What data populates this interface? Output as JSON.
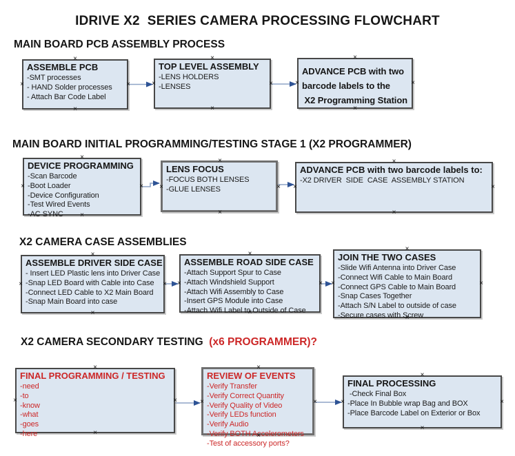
{
  "title": "IDRIVE X2  SERIES CAMERA PROCESSING FLOWCHART",
  "colors": {
    "box_fill": "#dce6f1",
    "box_border": "#474747",
    "arrow_line": "#8ea4c6",
    "arrow_head": "#2e5395",
    "red_text": "#cc2727"
  },
  "icons": {
    "connection_x": "×"
  },
  "sections": [
    {
      "heading": "MAIN BOARD PCB ASSEMBLY PROCESS",
      "heading_red": "",
      "boxes": [
        {
          "title": "ASSEMBLE PCB",
          "items": [
            "-SMT processes",
            "- HAND Solder processes",
            "- Attach Bar Code Label"
          ],
          "red": false
        },
        {
          "title": "TOP LEVEL ASSEMBLY",
          "items": [
            "-LENS HOLDERS",
            "-LENSES"
          ],
          "red": false
        },
        {
          "title": "",
          "items": [
            "ADVANCE PCB with two",
            "barcode labels to the",
            " X2 Programming Station"
          ],
          "red": false
        }
      ]
    },
    {
      "heading": "MAIN BOARD INITIAL PROGRAMMING/TESTING STAGE 1 (X2 PROGRAMMER)",
      "heading_red": "",
      "boxes": [
        {
          "title": "DEVICE PROGRAMMING",
          "items": [
            "-Scan Barcode",
            "-Boot Loader",
            "-Device Configuration",
            "-Test Wired Events",
            "-AC SYNC"
          ],
          "red": false
        },
        {
          "title": "LENS FOCUS",
          "items": [
            "-FOCUS BOTH LENSES",
            "-GLUE LENSES"
          ],
          "red": false
        },
        {
          "title": "ADVANCE PCB with two barcode labels to:",
          "items": [
            "-X2 DRIVER  SIDE  CASE  ASSEMBLY STATION"
          ],
          "red": false
        }
      ]
    },
    {
      "heading": "X2 CAMERA CASE ASSEMBLIES",
      "heading_red": "",
      "boxes": [
        {
          "title": "ASSEMBLE DRIVER SIDE CASE",
          "items": [
            "- Insert LED Plastic lens into Driver Case",
            "-Snap LED Board with Cable into Case",
            "-Connect LED Cable to X2 Main Board",
            "-Snap Main Board into case"
          ],
          "red": false
        },
        {
          "title": "ASSEMBLE ROAD SIDE CASE",
          "items": [
            "-Attach Support Spur to Case",
            "-Attach Windshield Support",
            "-Attach Wifi Assembly to Case",
            "-Insert GPS Module into Case",
            "-Attach Wifi Label to Outside of Case"
          ],
          "red": false
        },
        {
          "title": "JOIN THE TWO CASES",
          "items": [
            "-Slide Wifi Antenna into Driver Case",
            "-Connect Wifi Cable to Main Board",
            "-Connect GPS Cable to Main Board",
            "-Snap Cases Together",
            "-Attach S/N Label to outside of case",
            "-Secure cases with Screw"
          ],
          "red": false
        }
      ]
    },
    {
      "heading": "X2 CAMERA SECONDARY TESTING  ",
      "heading_red": "(x6 PROGRAMMER)?",
      "boxes": [
        {
          "title": "FINAL PROGRAMMING / TESTING",
          "items": [
            "-need",
            "-to",
            "-know",
            "-what",
            "-goes",
            "-here"
          ],
          "red": true
        },
        {
          "title": "REVIEW OF EVENTS",
          "items": [
            "-Verify Transfer",
            "-Verify Correct Quantity",
            "-Verify Quality of Video",
            "-Verify LEDs function",
            "-Verify Audio",
            "-Verify BOTH Accelerometers",
            "-Test of accessory ports?"
          ],
          "red": true
        },
        {
          "title": "FINAL PROCESSING",
          "items": [
            " -Check Final Box",
            "-Place In Bubble wrap Bag and BOX",
            "-Place Barcode Label on Exterior or Box"
          ],
          "red": false
        }
      ]
    }
  ]
}
